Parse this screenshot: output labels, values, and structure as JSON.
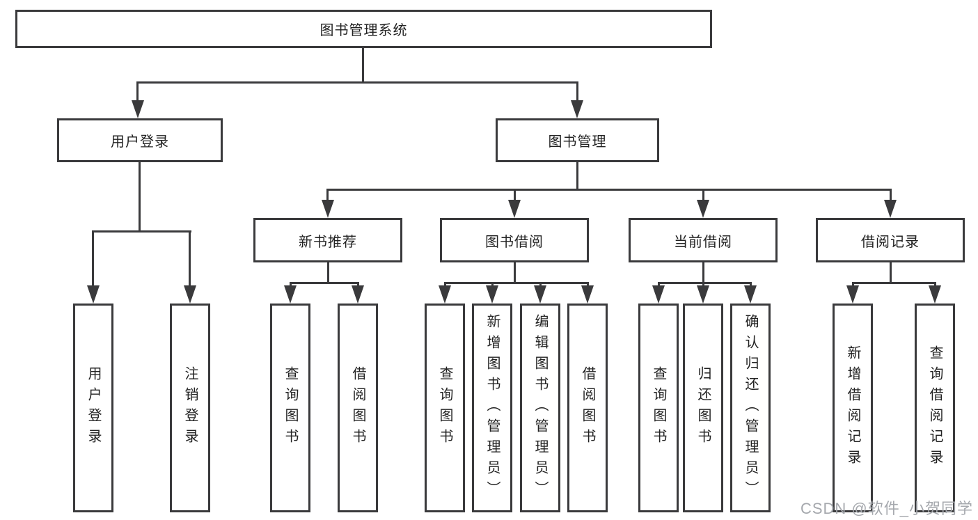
{
  "colors": {
    "line": "#3a3a3c",
    "text": "#222222",
    "background": "#ffffff",
    "watermark": "#a5a8ad"
  },
  "diagram": {
    "root": "图书管理系统",
    "branches": [
      {
        "label": "用户登录",
        "children": [
          "用户登录",
          "注销登录"
        ]
      },
      {
        "label": "图书管理",
        "sections": [
          {
            "label": "新书推荐",
            "children": [
              "查询图书",
              "借阅图书"
            ]
          },
          {
            "label": "图书借阅",
            "children": [
              "查询图书",
              "新增图书（管理员）",
              "编辑图书（管理员）",
              "借阅图书"
            ]
          },
          {
            "label": "当前借阅",
            "children": [
              "查询图书",
              "归还图书",
              "确认归还（管理员）"
            ]
          },
          {
            "label": "借阅记录",
            "children": [
              "新增借阅记录",
              "查询借阅记录"
            ]
          }
        ]
      }
    ]
  },
  "watermark": "CSDN @软件_小贺同学"
}
